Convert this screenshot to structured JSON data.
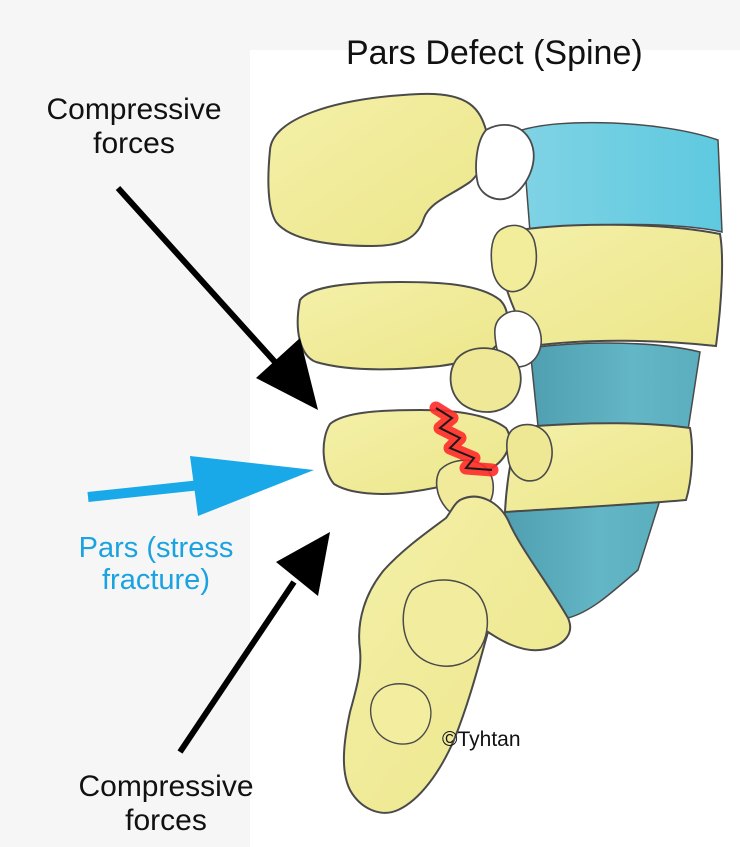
{
  "title": "Pars Defect (Spine)",
  "labels": {
    "compressive_top": [
      "Compressive",
      "forces"
    ],
    "pars": [
      "Pars (stress",
      "fracture)"
    ],
    "compressive_bottom": [
      "Compressive",
      "forces"
    ]
  },
  "credit": "©Tyhtan",
  "colors": {
    "bone": "#f1ee9c",
    "bone_shadow": "#e6e07e",
    "disc": "#5fb3c3",
    "disc_bright": "#7fd6e6",
    "fracture": "#ff2a2a",
    "pars_label": "#1aa3e0",
    "arrow_blue": "#19a9e8",
    "arrow_black": "#000000",
    "outline": "#4a4a4a"
  }
}
